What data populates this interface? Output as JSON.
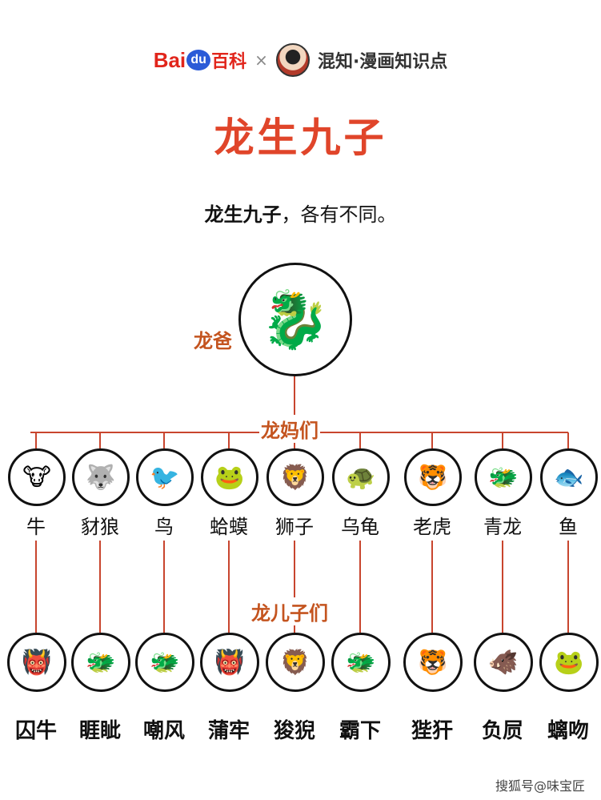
{
  "header": {
    "baidu_brand": "Bai du",
    "baidu_baike": "百科",
    "cross": "×",
    "partner": "混知·漫画知识点"
  },
  "title": "龙生九子",
  "subtitle": {
    "bold": "龙生九子",
    "rest": "，各有不同。"
  },
  "father": {
    "label": "龙爸",
    "icon": "dragon-head"
  },
  "mothers_label": "龙妈们",
  "sons_label": "龙儿子们",
  "mothers": [
    "牛",
    "豺狼",
    "鸟",
    "蛤蟆",
    "狮子",
    "乌龟",
    "老虎",
    "青龙",
    "鱼"
  ],
  "sons": [
    "囚牛",
    "睚眦",
    "嘲风",
    "蒲牢",
    "狻猊",
    "霸下",
    "狴犴",
    "负屃",
    "螭吻"
  ],
  "colors": {
    "title": "#e0452a",
    "line": "#c8452e",
    "label": "#c4541f"
  },
  "watermark": "搜狐号@味宝匠"
}
